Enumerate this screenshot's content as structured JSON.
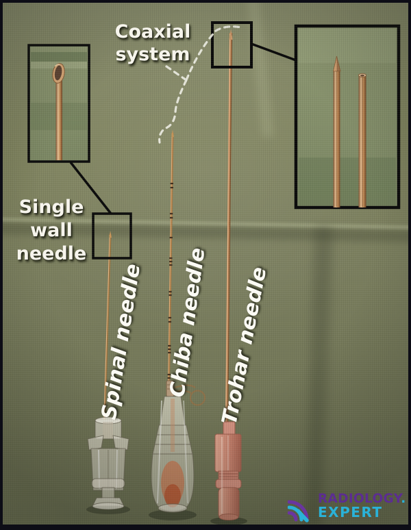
{
  "annotations": {
    "coaxial": {
      "line1": "Coaxial",
      "line2": "system"
    },
    "single_wall": {
      "line1": "Single",
      "line2": "wall",
      "line3": "needle"
    }
  },
  "needles": {
    "spinal": {
      "label": "Spinal needle"
    },
    "chiba": {
      "label": "Chiba needle"
    },
    "trohar": {
      "label": "Trohar needle"
    }
  },
  "logo": {
    "word_top": "RADIOLOGY",
    "dot": ".",
    "word_bottom": "EXPERT"
  },
  "colors": {
    "drape_green": "#7e8263",
    "needle_copper": "#b5854f",
    "needle_highlight": "#e8c193",
    "hub_pink": "#cf8d7a",
    "annotation_white": "#f6f4ec",
    "callout_black": "#0b0b0b",
    "logo_purple": "#5c2d91",
    "logo_cyan": "#2ab2d8"
  }
}
